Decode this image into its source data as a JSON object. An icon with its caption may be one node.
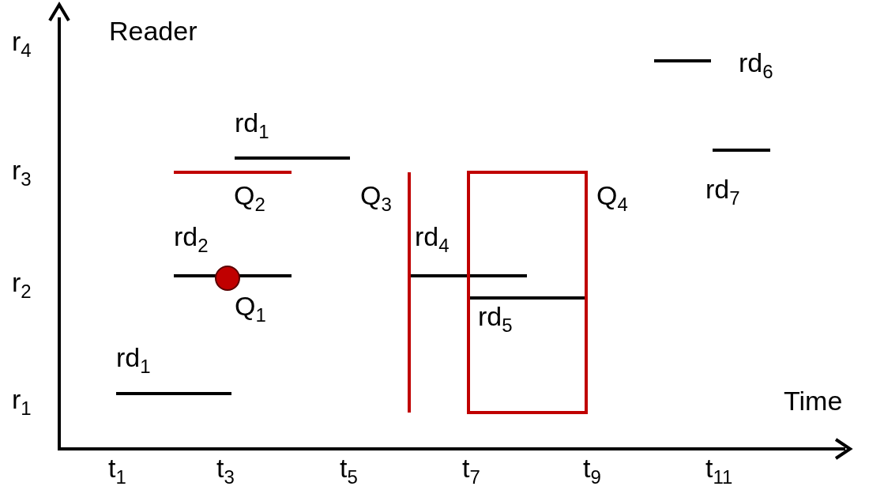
{
  "diagram": {
    "labels": [
      "r$_{4}$",
      "Reader",
      "rd$_{6}$",
      "rd$_{1}$",
      "r$_{3}$",
      "Q$_{2}$",
      "Q$_{3}$",
      "Q$_{4}$",
      "rd$_{7}$",
      "rd$_{2}$",
      "rd$_{4}$",
      "r$_{2}$",
      "Q$_{1}$",
      "rd$_{5}$",
      "rd$_{1}$",
      "r$_{1}$",
      "Time",
      "t$_{1}$",
      "t$_{3}$",
      "t$_{5}$",
      "t$_{7}$",
      "t$_{9}$",
      "t$_{11}$"
    ]
  }
}
